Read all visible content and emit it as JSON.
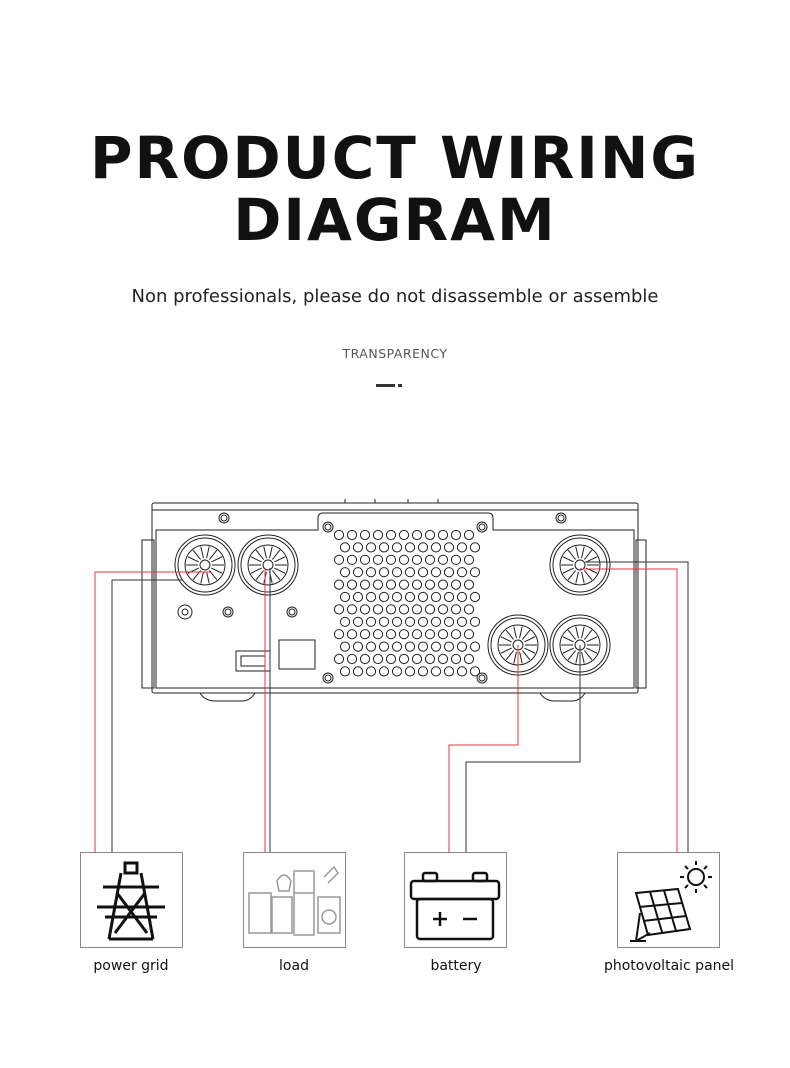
{
  "header": {
    "title_line1": "PRODUCT WIRING",
    "title_line2": "DIAGRAM",
    "subtitle": "Non professionals, please do not disassemble or assemble",
    "section_label": "TRANSPARENCY"
  },
  "connections": [
    {
      "label": "power grid",
      "icon": "transmission-tower-icon"
    },
    {
      "label": "load",
      "icon": "appliances-icon"
    },
    {
      "label": "battery",
      "icon": "battery-icon"
    },
    {
      "label": "photovoltaic panel",
      "icon": "solar-panel-icon"
    }
  ],
  "colors": {
    "live_wire": "#e8363c",
    "neutral_wire": "#333333",
    "outline": "#222222"
  }
}
